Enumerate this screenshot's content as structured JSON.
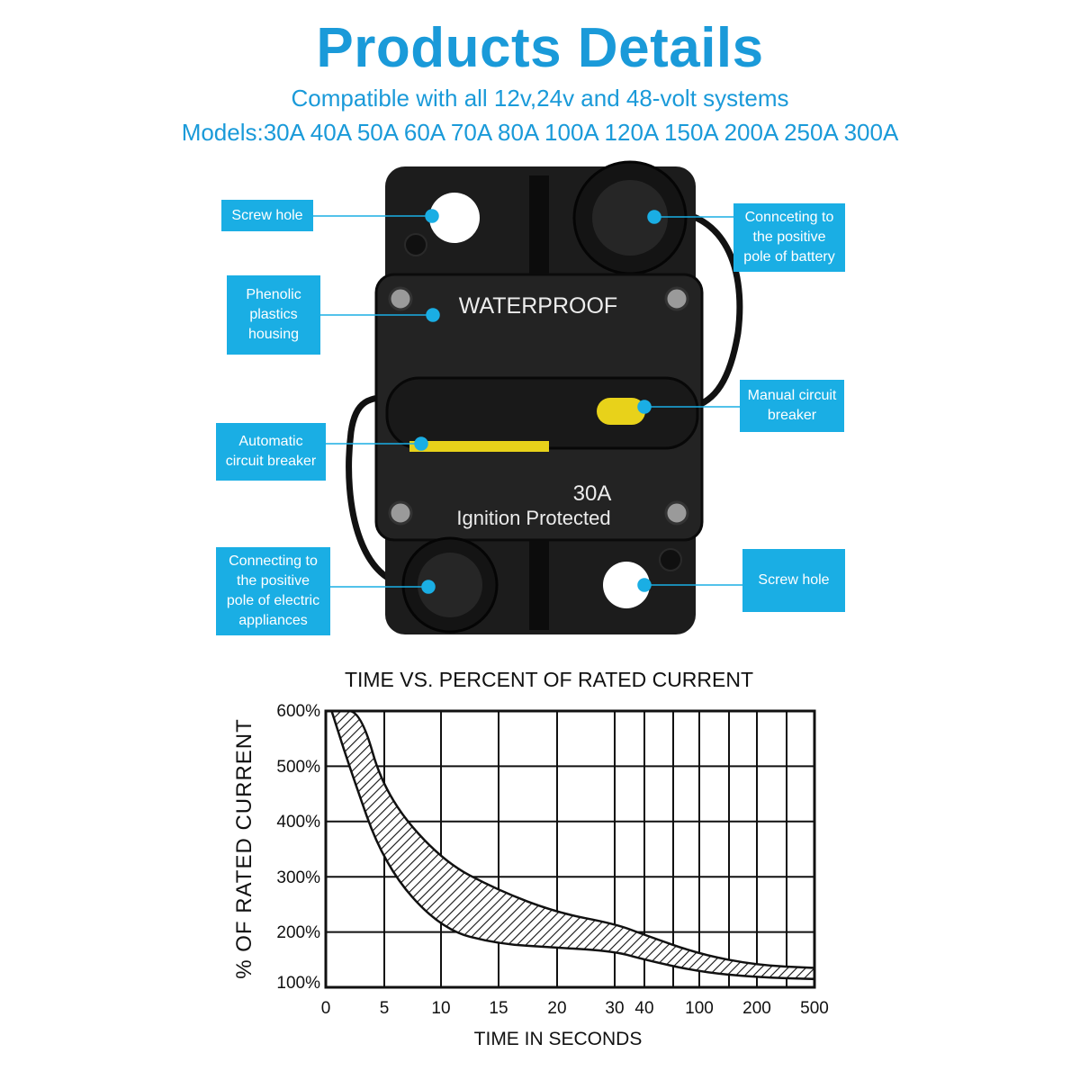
{
  "header": {
    "title": "Products Details",
    "subtitle_line1": "Compatible with all 12v,24v and 48-volt systems",
    "subtitle_line2": "Models:30A 40A 50A 60A 70A 80A 100A 120A 150A 200A 250A 300A"
  },
  "device": {
    "label_waterproof": "WATERPROOF",
    "label_rating": "30A",
    "label_ignition": "Ignition Protected",
    "body_color": "#1c1c1c",
    "accent_yellow": "#e8d21a",
    "callout_color": "#1aaee4"
  },
  "callouts": {
    "screw_hole_top": [
      "Screw hole"
    ],
    "positive_battery": [
      "Connceting to",
      "the positive",
      "pole of battery"
    ],
    "phenolic": [
      "Phenolic",
      "plastics",
      "housing"
    ],
    "manual_breaker": [
      "Manual circuit",
      "breaker"
    ],
    "automatic_breaker": [
      "Automatic",
      "circuit breaker"
    ],
    "positive_appliances": [
      "Connecting to",
      "the positive",
      "pole of electric",
      "appliances"
    ],
    "screw_hole_bottom": [
      "Screw hole"
    ]
  },
  "chart_data": {
    "type": "area",
    "title": "TIME VS. PERCENT OF RATED CURRENT",
    "xlabel": "TIME IN SECONDS",
    "ylabel": "% OF RATED CURRENT",
    "x_ticks": [
      "0",
      "5",
      "10",
      "15",
      "20",
      "30",
      "40",
      "100",
      "200",
      "500"
    ],
    "y_ticks": [
      "100%",
      "200%",
      "300%",
      "400%",
      "500%",
      "600%"
    ],
    "ylim": [
      100,
      600
    ],
    "grid": true,
    "band": {
      "upper": [
        [
          1,
          600
        ],
        [
          3,
          600
        ],
        [
          5,
          450
        ],
        [
          10,
          330
        ],
        [
          15,
          275
        ],
        [
          20,
          235
        ],
        [
          30,
          215
        ],
        [
          40,
          195
        ],
        [
          100,
          160
        ],
        [
          200,
          140
        ],
        [
          500,
          135
        ]
      ],
      "lower": [
        [
          0.5,
          600
        ],
        [
          2,
          500
        ],
        [
          5,
          320
        ],
        [
          10,
          205
        ],
        [
          15,
          178
        ],
        [
          20,
          172
        ],
        [
          30,
          165
        ],
        [
          40,
          150
        ],
        [
          100,
          128
        ],
        [
          200,
          118
        ],
        [
          500,
          115
        ]
      ]
    }
  }
}
